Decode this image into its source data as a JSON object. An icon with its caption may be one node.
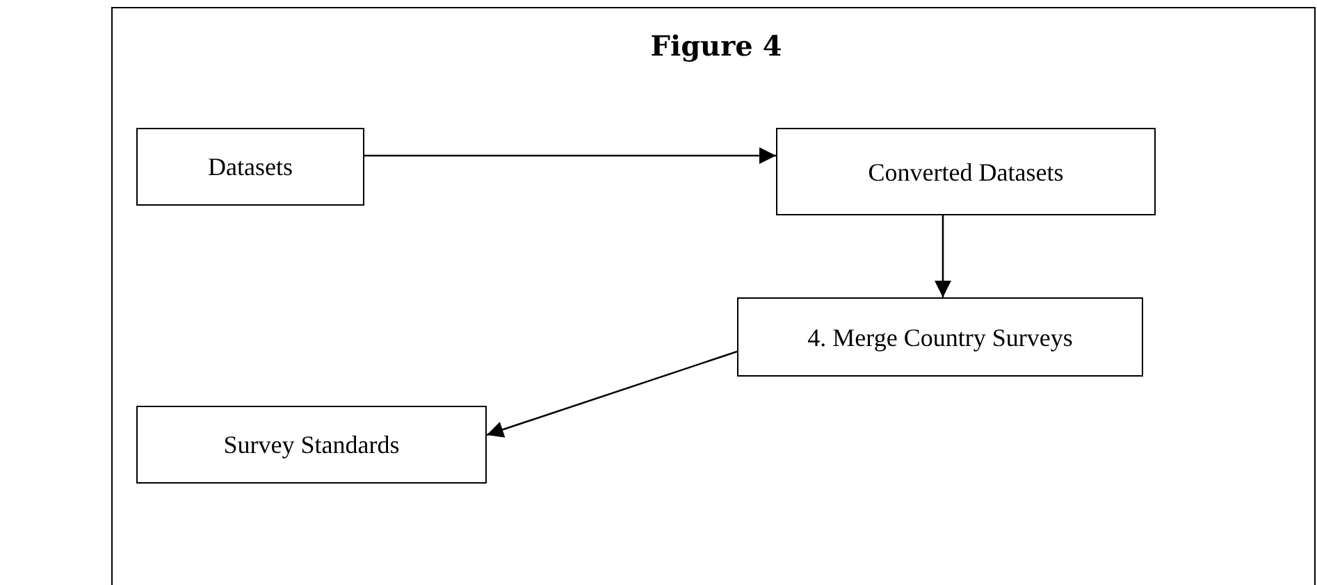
{
  "diagram": {
    "title": "Figure 4",
    "nodes": [
      {
        "text": [
          "Datasets"
        ]
      },
      {
        "text": [
          "Converted Datasets"
        ]
      },
      {
        "text": [
          "4. Merge Country Surveys"
        ]
      },
      {
        "text": [
          "Survey Standards"
        ]
      }
    ],
    "edges": [
      {
        "from": 0,
        "to": 1,
        "arrow": "to"
      },
      {
        "from": 1,
        "to": 2,
        "arrow": "to"
      },
      {
        "from": 2,
        "to": 3,
        "arrow": "to"
      }
    ]
  }
}
